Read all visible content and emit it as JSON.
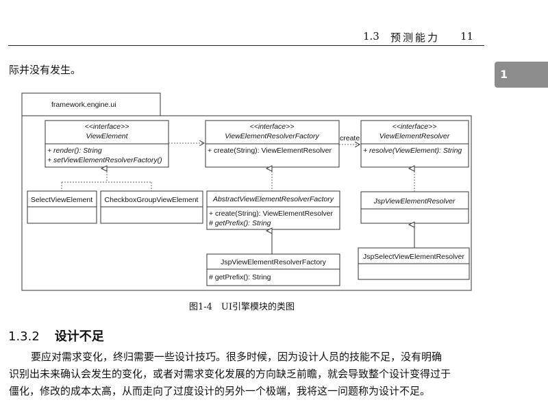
{
  "header": {
    "section": "1.3",
    "title": "预测能力",
    "page": "11"
  },
  "tab": {
    "label": "1"
  },
  "intro_line": "际并没有发生。",
  "diagram": {
    "package_name": "framework.engine.ui",
    "classes": {
      "view_element": {
        "stereotype": "<<interface>>",
        "name": "ViewElement",
        "members": [
          "+ render(): String",
          "+ setViewElementResolverFactory()"
        ]
      },
      "factory_iface": {
        "stereotype": "<<interface>>",
        "name": "ViewElementResolverFactory",
        "members": [
          "+ create(String): ViewElementResolver"
        ]
      },
      "resolver_iface": {
        "stereotype": "<<interface>>",
        "name": "ViewElementResolver",
        "members": [
          "+ resolve(ViewElement): String"
        ]
      },
      "select_el": {
        "name": "SelectViewElement"
      },
      "checkbox_el": {
        "name": "CheckboxGroupViewElement"
      },
      "abstract_factory": {
        "name": "AbstractViewElementResolverFactory",
        "members": [
          "+ create(String): ViewElementResolver",
          "# getPrefix(): String"
        ]
      },
      "jsp_factory": {
        "name": "JspViewElementResolverFactory",
        "members": [
          "# getPrefix(): String"
        ]
      },
      "jsp_resolver": {
        "name": "JspViewElementResolver"
      },
      "jsp_select_resolver": {
        "name": "JspSelectViewElementResolver"
      }
    },
    "create_label": "create"
  },
  "caption": "图1-4　UI引擎模块的类图",
  "section": {
    "number": "1.3.2",
    "title": "设计不足"
  },
  "body_lines": [
    "要应对需求变化，终归需要一些设计技巧。很多时候，因为设计人员的技能不足，没有明确",
    "识别出未来确认会发生的变化，或者对需求变化发展的方向缺乏前瞻，就会导致整个设计变得过于",
    "僵化，修改的成本太高，从而走向了过度设计的另外一个极端，我将这一问题称为设计不足。"
  ]
}
